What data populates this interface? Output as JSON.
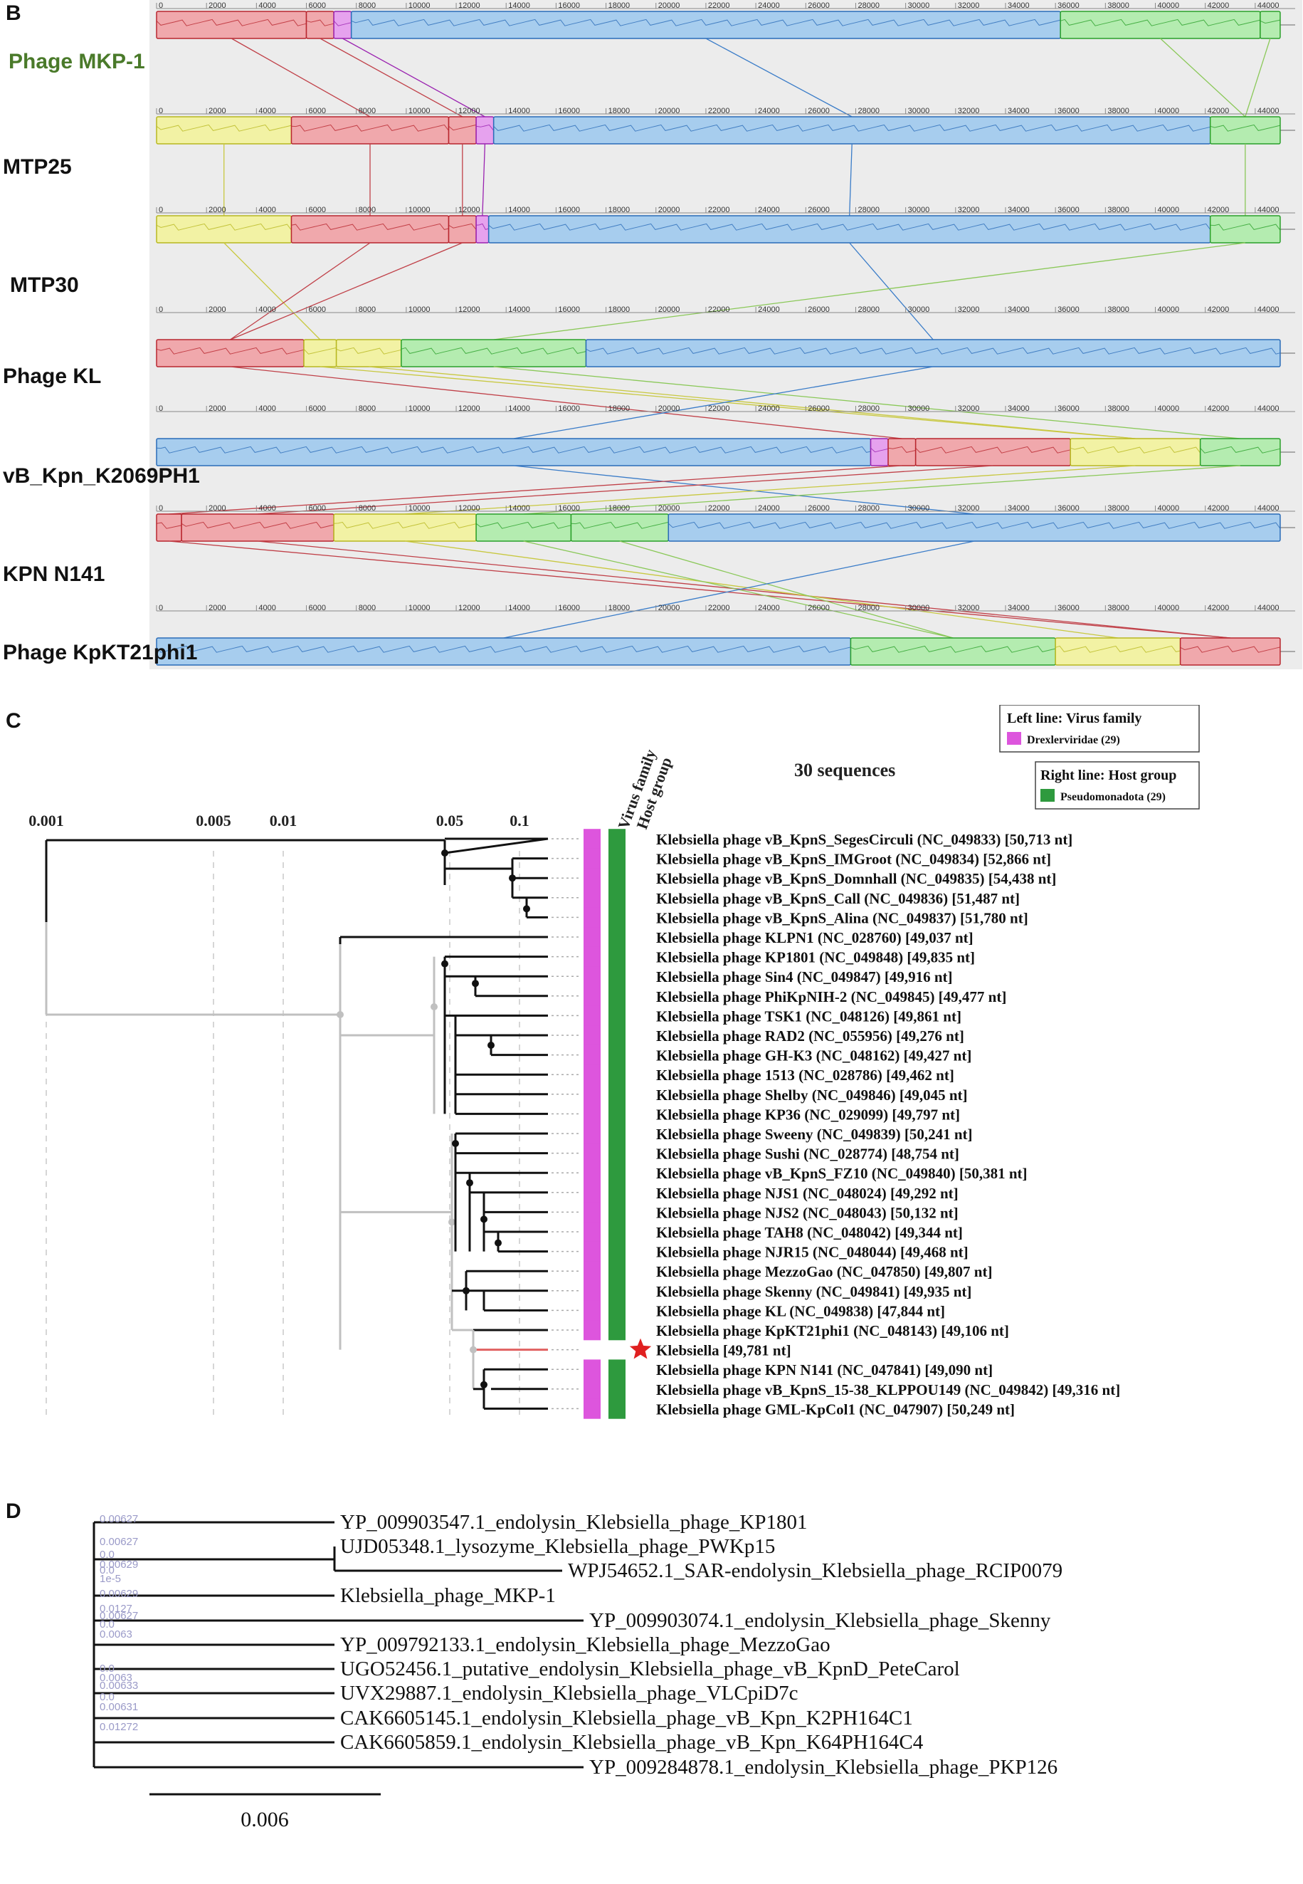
{
  "panel_b": {
    "label": "B",
    "tick_labels": [
      "0",
      "2000",
      "4000",
      "6000",
      "8000",
      "10000",
      "12000",
      "14000",
      "16000",
      "18000",
      "20000",
      "22000",
      "24000",
      "26000",
      "28000",
      "30000",
      "32000",
      "34000",
      "36000",
      "38000",
      "40000",
      "42000",
      "44000"
    ],
    "genomes": [
      {
        "name": "Phage MKP-1",
        "name_color": "#4a7a2a",
        "blocks": [
          [
            "red",
            0,
            6000
          ],
          [
            "red",
            6000,
            7100
          ],
          [
            "magenta",
            7100,
            7800
          ],
          [
            "blue",
            7800,
            36200
          ],
          [
            "green",
            36200,
            44200
          ],
          [
            "green",
            44200,
            45000
          ]
        ]
      },
      {
        "name": "MTP25",
        "name_color": "#111111",
        "blocks": [
          [
            "yellow",
            0,
            5400
          ],
          [
            "red",
            5400,
            11700
          ],
          [
            "red",
            11700,
            12800
          ],
          [
            "magenta",
            12800,
            13500
          ],
          [
            "blue",
            13500,
            42200
          ],
          [
            "green",
            42200,
            45000
          ]
        ]
      },
      {
        "name": "MTP30",
        "name_color": "#111111",
        "blocks": [
          [
            "yellow",
            0,
            5400
          ],
          [
            "red",
            5400,
            11700
          ],
          [
            "red",
            11700,
            12800
          ],
          [
            "magenta",
            12800,
            13300
          ],
          [
            "blue",
            13300,
            42200
          ],
          [
            "green",
            42200,
            45000
          ]
        ]
      },
      {
        "name": "Phage KL",
        "name_color": "#111111",
        "blocks": [
          [
            "red",
            0,
            5900
          ],
          [
            "yellow",
            5900,
            7200
          ],
          [
            "yellow",
            7200,
            9800
          ],
          [
            "green",
            9800,
            17200
          ],
          [
            "blue",
            17200,
            45000
          ]
        ]
      },
      {
        "name": "vB_Kpn_K2069PH1",
        "name_color": "#111111",
        "blocks": [
          [
            "blue",
            0,
            28600
          ],
          [
            "magenta",
            28600,
            29300
          ],
          [
            "red",
            29300,
            30400
          ],
          [
            "red",
            30400,
            36600
          ],
          [
            "yellow",
            36600,
            41800
          ],
          [
            "green",
            41800,
            45000
          ]
        ]
      },
      {
        "name": "KPN N141",
        "name_color": "#111111",
        "blocks": [
          [
            "red",
            0,
            1000
          ],
          [
            "red",
            1000,
            7100
          ],
          [
            "yellow",
            7100,
            12800
          ],
          [
            "green",
            12800,
            16600
          ],
          [
            "green",
            16600,
            20500
          ],
          [
            "blue",
            20500,
            45000
          ]
        ]
      },
      {
        "name": "Phage KpKT21phi1",
        "name_color": "#111111",
        "blocks": [
          [
            "blue",
            0,
            27800
          ],
          [
            "green",
            27800,
            36000
          ],
          [
            "yellow",
            36000,
            41000
          ],
          [
            "red",
            41000,
            45000
          ]
        ]
      }
    ]
  },
  "panel_c": {
    "label": "C",
    "scale_ticks": [
      "0.001",
      "0.005",
      "0.01",
      "0.05",
      "0.1"
    ],
    "column_headers": [
      "Virus family",
      "Host group"
    ],
    "count_label": "30 sequences",
    "legend_left_title": "Left line: Virus family",
    "legend_left_item": "Drexlerviridae (29)",
    "legend_right_title": "Right line: Host group",
    "legend_right_item": "Pseudomonadota (29)",
    "colors": {
      "family": "#dd55dd",
      "host": "#2e9a3e",
      "highlight": "#e02020"
    },
    "taxa": [
      "Klebsiella phage vB_KpnS_SegesCirculi (NC_049833) [50,713 nt]",
      "Klebsiella phage vB_KpnS_IMGroot (NC_049834) [52,866 nt]",
      "Klebsiella phage vB_KpnS_Domnhall (NC_049835) [54,438 nt]",
      "Klebsiella phage vB_KpnS_Call (NC_049836) [51,487 nt]",
      "Klebsiella phage vB_KpnS_Alina (NC_049837) [51,780 nt]",
      "Klebsiella phage KLPN1 (NC_028760) [49,037 nt]",
      "Klebsiella phage KP1801 (NC_049848) [49,835 nt]",
      "Klebsiella phage Sin4 (NC_049847) [49,916 nt]",
      "Klebsiella phage PhiKpNIH-2 (NC_049845) [49,477 nt]",
      "Klebsiella phage TSK1 (NC_048126) [49,861 nt]",
      "Klebsiella phage RAD2 (NC_055956) [49,276 nt]",
      "Klebsiella phage GH-K3 (NC_048162) [49,427 nt]",
      "Klebsiella phage 1513 (NC_028786) [49,462 nt]",
      "Klebsiella phage Shelby (NC_049846) [49,045 nt]",
      "Klebsiella phage KP36 (NC_029099) [49,797 nt]",
      "Klebsiella phage Sweeny (NC_049839) [50,241 nt]",
      "Klebsiella phage Sushi (NC_028774) [48,754 nt]",
      "Klebsiella phage vB_KpnS_FZ10 (NC_049840) [50,381 nt]",
      "Klebsiella phage NJS1 (NC_048024) [49,292 nt]",
      "Klebsiella phage NJS2 (NC_048043) [50,132 nt]",
      "Klebsiella phage TAH8 (NC_048042) [49,344 nt]",
      "Klebsiella phage NJR15 (NC_048044) [49,468 nt]",
      "Klebsiella phage MezzoGao (NC_047850) [49,807 nt]",
      "Klebsiella phage Skenny (NC_049841) [49,935 nt]",
      "Klebsiella phage KL (NC_049838) [47,844 nt]",
      "Klebsiella phage KpKT21phi1 (NC_048143) [49,106 nt]",
      "Klebsiella [49,781 nt]",
      "Klebsiella phage KPN N141 (NC_047841) [49,090 nt]",
      "Klebsiella phage vB_KpnS_15-38_KLPPOU149 (NC_049842) [49,316 nt]",
      "Klebsiella phage GML-KpCol1 (NC_047907) [50,249 nt]"
    ]
  },
  "panel_d": {
    "label": "D",
    "scale_label": "0.006",
    "taxa": [
      "YP_009903547.1_endolysin_Klebsiella_phage_KP1801",
      "UJD05348.1_lysozyme_Klebsiella_phage_PWKp15",
      "WPJ54652.1_SAR-endolysin_Klebsiella_phage_RCIP0079",
      "Klebsiella_phage_MKP-1",
      "YP_009903074.1_endolysin_Klebsiella_phage_Skenny",
      "YP_009792133.1_endolysin_Klebsiella_phage_MezzoGao",
      "UGO52456.1_putative_endolysin_Klebsiella_phage_vB_KpnD_PeteCarol",
      "UVX29887.1_endolysin_Klebsiella_phage_VLCpiD7c",
      "CAK6605145.1_endolysin_Klebsiella_phage_vB_Kpn_K2PH164C1",
      "CAK6605859.1_endolysin_Klebsiella_phage_vB_Kpn_K64PH164C4",
      "YP_009284878.1_endolysin_Klebsiella_phage_PKP126"
    ],
    "branch_labels": [
      "0.00627",
      "0.00627",
      "0.0",
      "0.00629",
      "0.0",
      "1e-5",
      "0.00629",
      "0.0127",
      "0.00627",
      "0.0",
      "0.0063",
      "0.0",
      "0.0063",
      "0.00633",
      "0.0",
      "0.00631",
      "0.01272"
    ]
  }
}
